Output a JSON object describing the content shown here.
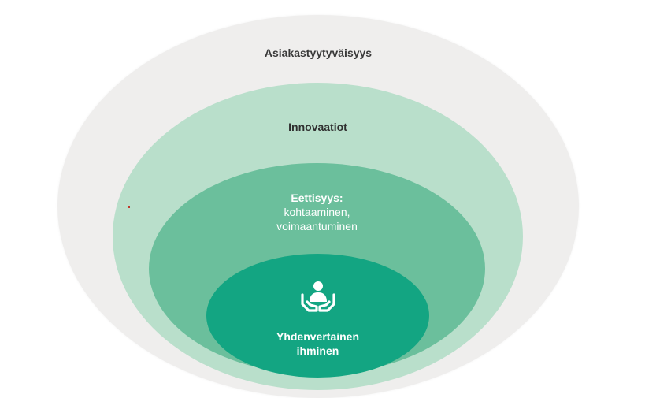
{
  "colors": {
    "outer": "#efeeed",
    "second": "#b9dfcb",
    "third": "#6bbf9c",
    "core": "#13a582",
    "icon": "#ffffff"
  },
  "rings": {
    "outer": {
      "title": "Asiakastyytyväisyys"
    },
    "second": {
      "title": "Innovaatiot"
    },
    "third": {
      "title": "Eettisyys:",
      "line1": "kohtaaminen,",
      "line2": "voimaantuminen"
    },
    "core": {
      "line1": "Yhdenvertainen",
      "line2": "ihminen",
      "icon": "person-in-hands-icon"
    }
  }
}
